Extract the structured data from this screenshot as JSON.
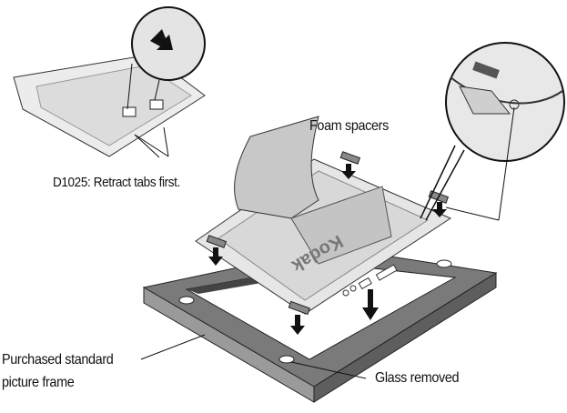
{
  "labels": {
    "foam_spacers": "Foam spacers",
    "retract_tabs": "D1025: Retract tabs first.",
    "frame_line1": "Purchased standard",
    "frame_line2": "picture frame",
    "glass_removed": "Glass removed"
  },
  "logo_text": "Kodak",
  "colors": {
    "frame": "#7a7a7a",
    "device": "#e4e4e4",
    "arrow": "#111111"
  }
}
